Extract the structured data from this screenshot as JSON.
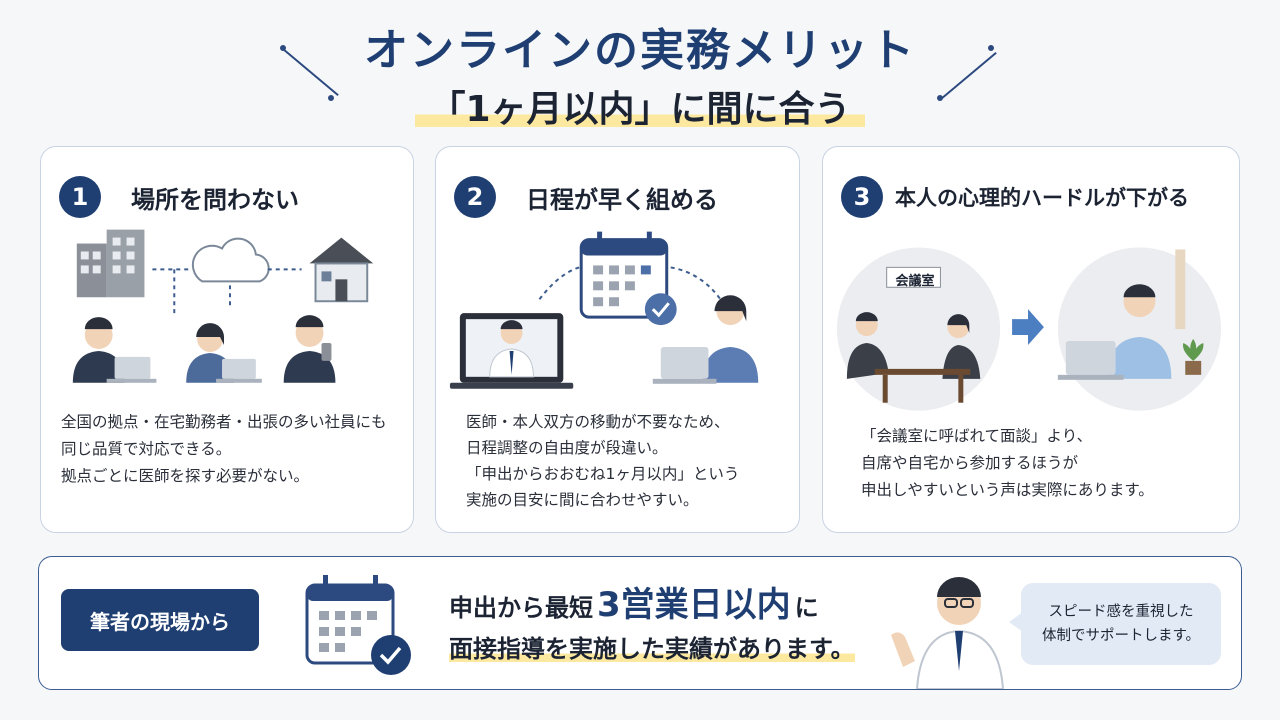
{
  "header": {
    "title": "オンラインの実務メリット",
    "subtitle": "「1ヶ月以内」に間に合う"
  },
  "cards": [
    {
      "number": "1",
      "title": "場所を問わない",
      "body": [
        "全国の拠点・在宅勤務者・出張の多い社員にも",
        "同じ品質で対応できる。",
        "拠点ごとに医師を探す必要がない。"
      ],
      "icons": [
        "office-building-icon",
        "cloud-icon",
        "house-icon",
        "office-worker-icon",
        "remote-worker-icon",
        "traveling-worker-icon"
      ]
    },
    {
      "number": "2",
      "title": "日程が早く組める",
      "body": [
        "医師・本人双方の移動が不要なため、",
        "日程調整の自由度が段違い。",
        "「申出からおおむね1ヶ月以内」という",
        "実施の目安に間に合わせやすい。"
      ],
      "icons": [
        "doctor-video-call-icon",
        "calendar-check-icon",
        "employee-laptop-icon"
      ]
    },
    {
      "number": "3",
      "title": "本人の心理的ハードルが下がる",
      "room_sign": "会議室",
      "body": [
        "「会議室に呼ばれて面談」より、",
        "自席や自宅から参加するほうが",
        "申出しやすいという声は実際にあります。"
      ],
      "icons": [
        "meeting-room-interview-icon",
        "arrow-right-icon",
        "home-laptop-employee-icon"
      ]
    }
  ],
  "bottom": {
    "tag": "筆者の現場から",
    "line1_prefix": "申出から最短",
    "line1_emphasis": "3営業日以内",
    "line1_suffix": "に",
    "line2": "面接指導を実施した実績があります。",
    "bubble": [
      "スピード感を重視した",
      "体制でサポートします。"
    ],
    "icons": [
      "calendar-check-icon",
      "doctor-icon"
    ]
  },
  "colors": {
    "navy": "#1f3f73",
    "highlight": "#fde8a0",
    "bubble": "#e2eaf6",
    "border": "#c9d3e4"
  }
}
